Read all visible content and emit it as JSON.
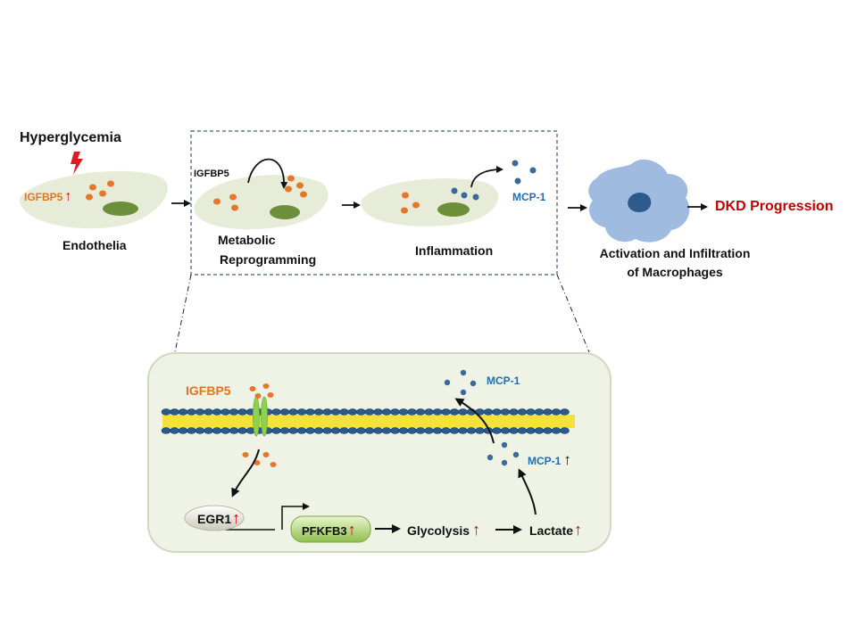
{
  "colors": {
    "cell_fill": "#e6ecd8",
    "nucleus": "#6e8f3a",
    "igfbp5_orange": "#e1761e",
    "mcp1_blue": "#1f6fb0",
    "red_accent": "#e00000",
    "dkd_red": "#c00000",
    "macrophage": "#9fbbe0",
    "macrophage_nucleus": "#2e5a8c",
    "panel_fill": "#eef3e6",
    "membrane_head": "#2a5b8a",
    "membrane_tail": "#f4e23a",
    "receptor": "#8fd14f",
    "box_border": "#3f5f7f"
  },
  "top": {
    "hyperglycemia": "Hyperglycemia",
    "igfbp5_up": "IGFBP5",
    "endothelia": "Endothelia",
    "igfbp5_box": "IGFBP5",
    "metabolic_line1": "Metabolic",
    "metabolic_line2": "Reprogramming",
    "inflammation": "Inflammation",
    "mcp1": "MCP-1",
    "macrophage_line1": "Activation and Infiltration",
    "macrophage_line2": "of Macrophages",
    "dkd": "DKD Progression"
  },
  "detail": {
    "igfbp5": "IGFBP5",
    "mcp1_out": "MCP-1",
    "mcp1_up": "MCP-1",
    "egr1": "EGR1",
    "pfkfb3": "PFKFB3",
    "glycolysis": "Glycolysis",
    "lactate": "Lactate"
  },
  "arrow_up_glyph": "↑"
}
